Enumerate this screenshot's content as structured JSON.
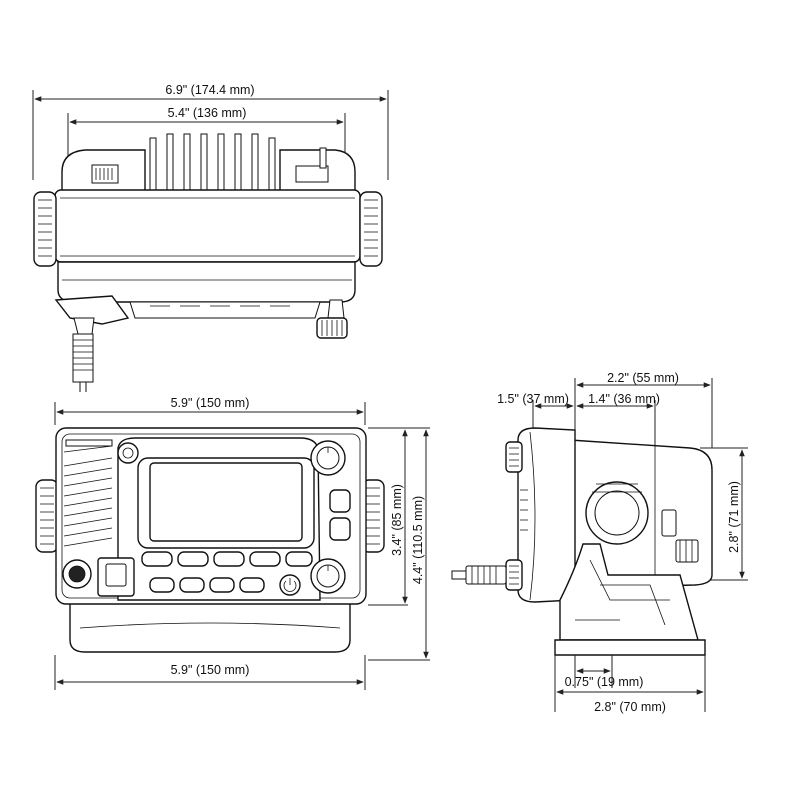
{
  "dimensions": {
    "top_overall_width": "6.9\" (174.4 mm)",
    "top_body_width": "5.4\" (136 mm)",
    "front_top_width": "5.9\" (150 mm)",
    "front_body_height": "3.4\" (85 mm)",
    "front_overall_height": "4.4\" (110.5 mm)",
    "front_bottom_width": "5.9\" (150 mm)",
    "side_depth": "2.2\" (55 mm)",
    "side_front_depth": "1.5\" (37 mm)",
    "side_rear_depth": "1.4\" (36 mm)",
    "side_height": "2.8\" (71 mm)",
    "side_bracket_offset": "0.75\" (19 mm)",
    "side_bracket_depth": "2.8\" (70 mm)"
  }
}
